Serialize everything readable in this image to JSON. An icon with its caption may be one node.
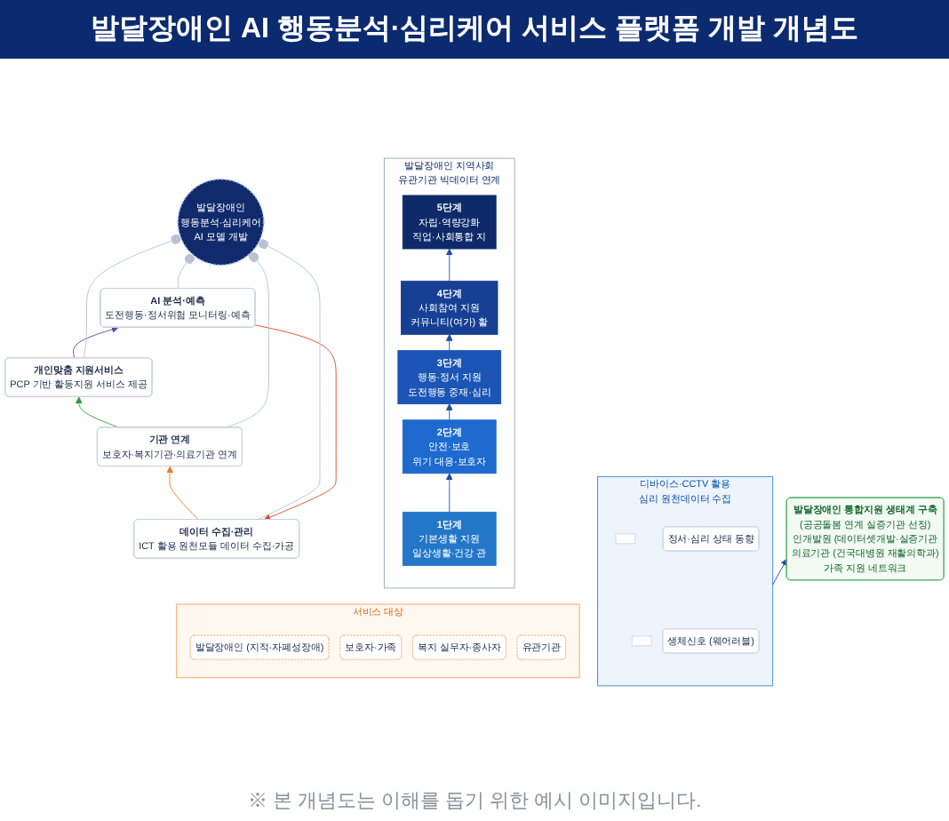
{
  "diagram": {
    "title": "발달장애인 AI 행동분석·심리케어 서비스 플랫폼 개발 개념도",
    "caption": "※ 본 개념도는 이해를 돕기 위한 예시 이미지입니다.",
    "nodes": [
      {
        "text": [
          "디바이스·CCTV 활용 심리 원천데이터 수집"
        ]
      },
      {
        "text": [],
        "shape": "box",
        "in": 0
      },
      {
        "text": [
          "생체신호 (웨어러블)"
        ],
        "in": 0
      },
      {
        "text": [],
        "shape": "box",
        "in": 0
      },
      {
        "text": [
          "정서·심리 상태 동향"
        ],
        "in": 0
      },
      {
        "text": [
          "발달장애인 통합지원 생태계 구축",
          "(공공돌봄 연계 실증기관 선정)",
          "인개발원 (데이터셋개발·실증기관",
          "의료기관 (건국대병원 재활의학과)",
          "가족 지원 네트워크"
        ]
      },
      {
        "text": [
          "데이터 수집·관리",
          "ICT 활용 원천모듈 데이터 수집·가공"
        ]
      },
      {
        "text": [
          "AI 분석·예측",
          "도전행동·정서위험 모니터링·예측"
        ]
      },
      {
        "text": [
          "발달장애인 행동분석·심리케어 AI 모델 개발"
        ]
      },
      {
        "text": [
          "기관 연계",
          "보호자·복지기관·의료기관 연계"
        ]
      },
      {
        "text": [
          "개인맞춤 지원서비스",
          "PCP 기반 활동지원 서비스 제공"
        ]
      },
      {
        "text": [
          "서비스 대상"
        ]
      },
      {
        "text": [
          "발달장애인 (지적·자폐성장애)"
        ],
        "in": 11
      },
      {
        "text": [
          "보호자·가족"
        ],
        "in": 11
      },
      {
        "text": [
          "복지 실무자·종사자"
        ],
        "in": 11
      },
      {
        "text": [
          "유관기관"
        ],
        "in": 11
      },
      {
        "text": [
          "발달장애인 지역사회 유관기관 빅데이터 연계"
        ]
      },
      {
        "text": [
          "5단계",
          "자립·역량강화",
          "직업·사회통합 지"
        ],
        "in": 16
      },
      {
        "text": [
          "4단계",
          "사회참여 지원",
          "커뮤니티(여가) 활"
        ],
        "in": 16
      },
      {
        "text": [
          "3단계",
          "행동·정서 지원",
          "도전행동 중재·심리"
        ],
        "in": 16
      },
      {
        "text": [
          "2단계",
          "안전·보호",
          "위기 대응·보호자"
        ],
        "in": 16
      },
      {
        "text": [
          "1단계",
          "기본생활 지원",
          "일상생활·건강 관"
        ],
        "in": 16
      }
    ],
    "edges": [
      {
        "from": 0,
        "to": 5,
        "arrow": "to"
      },
      {
        "from": 6,
        "to": 9,
        "arrow": "to",
        "color": "#f37a1f"
      },
      {
        "from": 9,
        "to": 10,
        "arrow": "to",
        "color": "#2f9a3f"
      },
      {
        "from": 10,
        "to": 7,
        "arrow": "to",
        "color": "#6b3fa6"
      },
      {
        "from": 7,
        "to": 6,
        "arrow": "to",
        "color": "#e4442b"
      },
      {
        "from": 6,
        "to": 8,
        "arrow": "other",
        "color": "#b8c2d2"
      },
      {
        "from": 7,
        "to": 8,
        "arrow": "other",
        "color": "#b8c2d2"
      },
      {
        "from": 9,
        "to": 8,
        "arrow": "other",
        "color": "#b8c2d2"
      },
      {
        "from": 10,
        "to": 8,
        "arrow": "other",
        "color": "#b8c2d2"
      },
      {
        "from": 21,
        "to": 20,
        "arrow": "to"
      },
      {
        "from": 20,
        "to": 19,
        "arrow": "to"
      },
      {
        "from": 19,
        "to": 18,
        "arrow": "to"
      },
      {
        "from": 18,
        "to": 17,
        "arrow": "to"
      }
    ]
  }
}
